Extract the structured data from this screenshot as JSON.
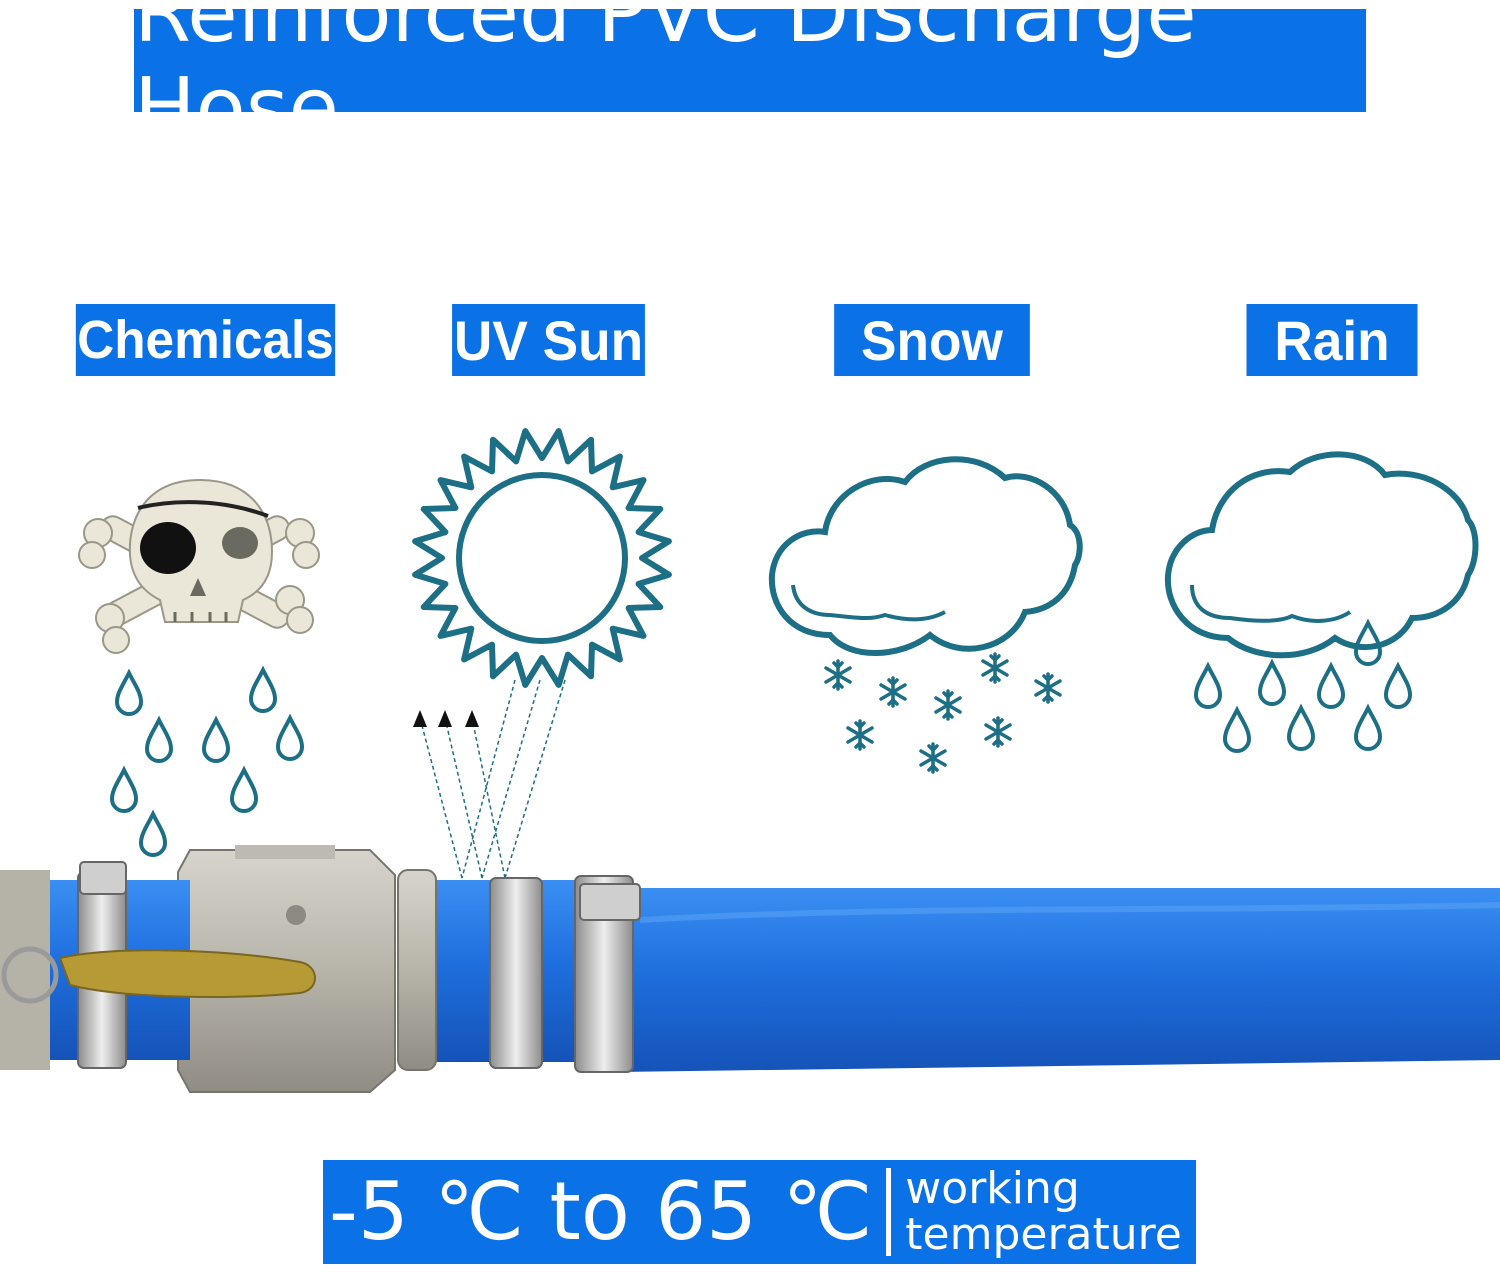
{
  "title": "Reinforced PVC Discharge Hose",
  "labels": {
    "chemicals": "Chemicals",
    "uv_sun": "UV Sun",
    "snow": "Snow",
    "rain": "Rain"
  },
  "temperature": {
    "range": "-5 ℃ to 65 ℃",
    "desc_line1": "working",
    "desc_line2": "temperature"
  },
  "icons": [
    "skull-crossbones-icon",
    "sun-icon",
    "snow-cloud-icon",
    "rain-cloud-icon",
    "water-drop-icon",
    "snowflake-icon"
  ],
  "colors": {
    "banner_blue": "#0a72e6",
    "icon_teal": "#1d6f86",
    "hose_blue": "#1d6ee0"
  }
}
